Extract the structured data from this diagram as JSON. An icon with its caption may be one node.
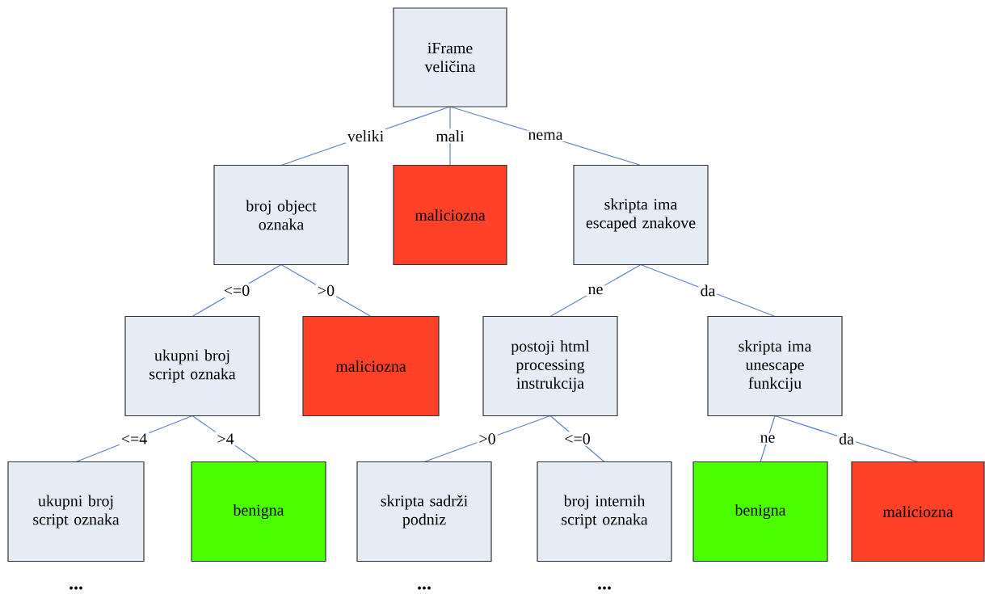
{
  "diagram": {
    "nodes": [
      {
        "text": [
          "iFrame veličina"
        ]
      },
      {
        "text": [
          "broj object oznaka"
        ]
      },
      {
        "text": [
          "maliciozna"
        ]
      },
      {
        "text": [
          "skripta ima escaped znakove"
        ]
      },
      {
        "text": [
          "ukupni broj script oznaka"
        ]
      },
      {
        "text": [
          "maliciozna"
        ]
      },
      {
        "text": [
          "postoji html processing instrukcija"
        ]
      },
      {
        "text": [
          "skripta ima unescape funkciju"
        ]
      },
      {
        "text": [
          "ukupni broj script oznaka"
        ],
        "beside": [
          "..."
        ]
      },
      {
        "text": [
          "benigna"
        ]
      },
      {
        "text": [
          "skripta sadrži podniz"
        ],
        "beside": [
          "..."
        ]
      },
      {
        "text": [
          "broj internih script oznaka"
        ],
        "beside": [
          "..."
        ]
      },
      {
        "text": [
          "benigna"
        ]
      },
      {
        "text": [
          "maliciozna"
        ]
      }
    ],
    "edges": [
      {
        "from": 0,
        "to": 1,
        "arrow": "none",
        "label": "veliki"
      },
      {
        "from": 0,
        "to": 2,
        "arrow": "none",
        "label": "mali"
      },
      {
        "from": 0,
        "to": 3,
        "arrow": "none",
        "label": "nema"
      },
      {
        "from": 1,
        "to": 4,
        "arrow": "none",
        "label": "<=0"
      },
      {
        "from": 1,
        "to": 5,
        "arrow": "none",
        "label": ">0"
      },
      {
        "from": 3,
        "to": 6,
        "arrow": "none",
        "label": "ne"
      },
      {
        "from": 3,
        "to": 7,
        "arrow": "none",
        "label": "da"
      },
      {
        "from": 4,
        "to": 8,
        "arrow": "none",
        "label": "<=4"
      },
      {
        "from": 4,
        "to": 9,
        "arrow": "none",
        "label": ">4"
      },
      {
        "from": 6,
        "to": 10,
        "arrow": "none",
        "label": ">0"
      },
      {
        "from": 6,
        "to": 11,
        "arrow": "none",
        "label": "<=0"
      },
      {
        "from": 7,
        "to": 12,
        "arrow": "none",
        "label": "ne"
      },
      {
        "from": 7,
        "to": 13,
        "arrow": "none",
        "label": "da"
      }
    ]
  }
}
